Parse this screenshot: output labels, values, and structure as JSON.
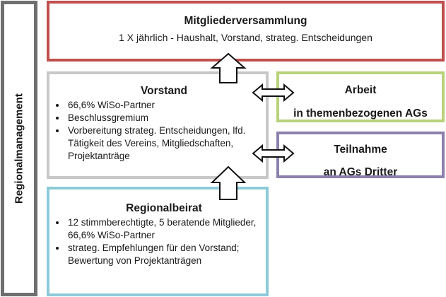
{
  "side": {
    "label": "Regionalmanagement"
  },
  "mitgliederversammlung": {
    "title": "Mitgliederversammlung",
    "subtitle": "1 X jährlich - Haushalt, Vorstand, strateg. Entscheidungen"
  },
  "vorstand": {
    "title": "Vorstand",
    "bullets": [
      "66,6% WiSo-Partner",
      "Beschlussgremium",
      "Vorbereitung strateg. Entscheidungen, lfd. Tätigkeit des Vereins, Mitgliedschaften, Projektanträge"
    ]
  },
  "regionalbeirat": {
    "title": "Regionalbeirat",
    "bullets": [
      "12 stimmberechtigte, 5 beratende Mitglieder, 66,6% WiSo-Partner",
      "strateg. Empfehlungen für den Vorstand; Bewertung von Projektanträgen"
    ]
  },
  "arbeit_ags": {
    "line1": "Arbeit",
    "line2": "in themenbezogenen AGs"
  },
  "teilnahme_ags": {
    "line1": "Teilnahme",
    "line2": "an AGs Dritter"
  },
  "colors": {
    "side_border": "#6f6f6f",
    "mv_border": "#c0504d",
    "vorstand_border": "#c8c8c8",
    "beirat_border": "#8dcad9",
    "arbeit_border": "#b8d27a",
    "teilnahme_border": "#8e80ad"
  }
}
